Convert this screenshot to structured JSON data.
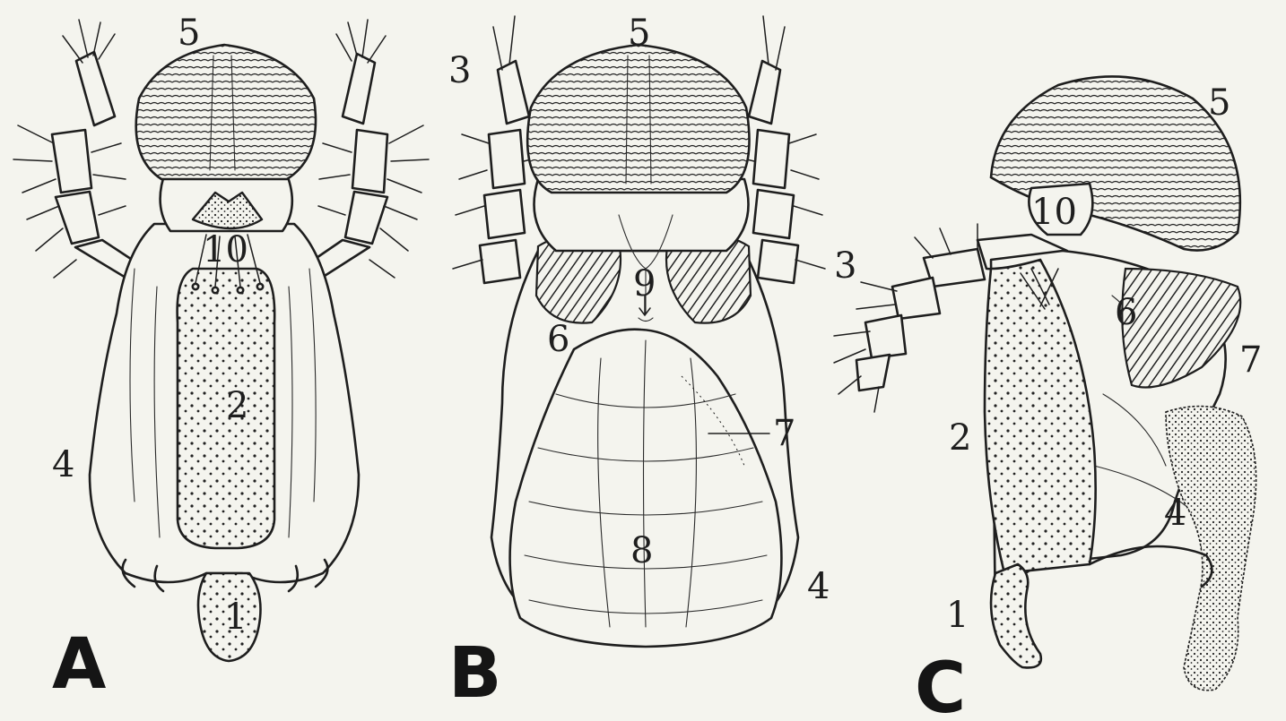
{
  "panels": [
    {
      "id": "A",
      "label": "A",
      "numbers": [
        "5",
        "10",
        "2",
        "4",
        "1"
      ]
    },
    {
      "id": "B",
      "label": "B",
      "numbers": [
        "5",
        "3",
        "9",
        "6",
        "7",
        "8",
        "4"
      ]
    },
    {
      "id": "C",
      "label": "C",
      "numbers": [
        "5",
        "10",
        "3",
        "6",
        "7",
        "2",
        "4",
        "1"
      ]
    }
  ]
}
